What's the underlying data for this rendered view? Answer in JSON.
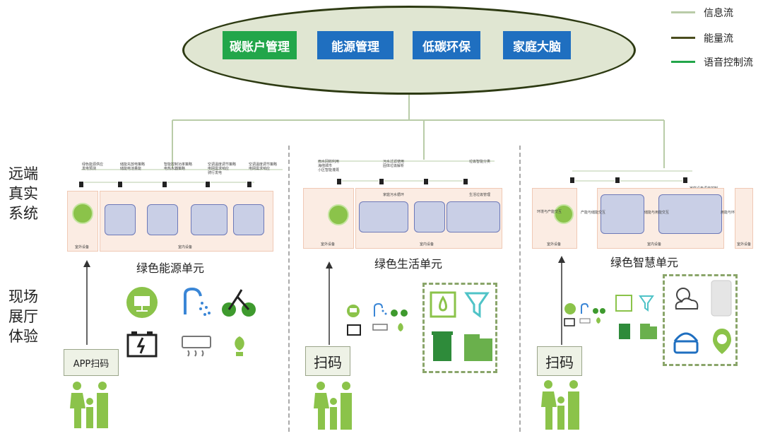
{
  "hub": {
    "buttons": [
      {
        "label": "碳账户管理",
        "color": "#22a64a"
      },
      {
        "label": "能源管理",
        "color": "#1f6fc0"
      },
      {
        "label": "低碳环保",
        "color": "#1f6fc0"
      },
      {
        "label": "家庭大脑",
        "color": "#1f6fc0"
      }
    ]
  },
  "legend": [
    {
      "label": "信息流",
      "color": "#b9cca8"
    },
    {
      "label": "能量流",
      "color": "#4a4d1e"
    },
    {
      "label": "语音控制流",
      "color": "#22a64a"
    }
  ],
  "side_labels": {
    "remote": "远端真实系统",
    "onsite": "现场展厅体验"
  },
  "units": {
    "energy": {
      "title": "绿色能源单元",
      "top_texts": [
        "绿色能源供应\n发电预测",
        "储能充放电策略\n储能电池量能",
        "智能控制功率策略\n电热水器策略",
        "空调温度调节策略\n电网需求响应\n骑行发电",
        "空调温度调节策略\n电网需求响应"
      ],
      "left_label": "室外设备",
      "right_label": "室内设备",
      "scan": "APP扫码"
    },
    "life": {
      "title": "绿色生活单元",
      "top_texts": [
        "雨水回收利用\n海绵城市\n小区智能灌溉",
        "污水过滤使用\n固体垃圾解析",
        "垃圾智能分类"
      ],
      "sub_labels": [
        "家庭污水循环",
        "生活垃圾管理"
      ],
      "left_label": "室外设备",
      "right_label": "室内设备",
      "scan": "扫码"
    },
    "smart": {
      "title": "绿色智慧单元",
      "top_texts": [
        "家庭设备语音控制"
      ],
      "side_texts": [
        "环境与产能交互",
        "产能与储能交互",
        "储能与用能交互",
        "用能与环境交互"
      ],
      "left_label": "室外设备",
      "right_label": "室内设备",
      "far_label": "室外设备",
      "scan": "扫码"
    }
  }
}
